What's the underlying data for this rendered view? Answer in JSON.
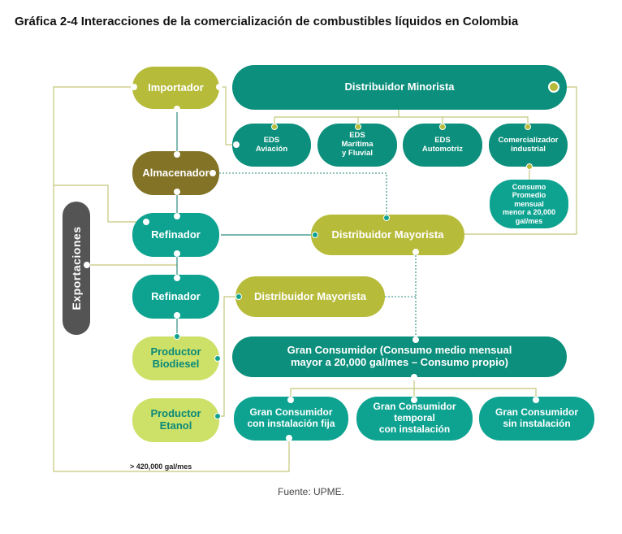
{
  "title": "Gráfica 2-4 Interacciones de la comercialización de combustibles líquidos en Colombia",
  "source": "Fuente: UPME.",
  "colors": {
    "teal": "#0ea391",
    "dark_teal": "#0c8f7c",
    "olive": "#b7bb3a",
    "brown": "#827326",
    "lime": "#cde068",
    "grey": "#545454",
    "line_olive": "#c3c77a",
    "line_teal": "#2a8c7e"
  },
  "nodes": {
    "importador": "Importador",
    "distribuidor_minorista": "Distribuidor Minorista",
    "eds_aviacion": "EDS\nAviación",
    "eds_maritima": "EDS\nMarítima\ny Fluvial",
    "eds_automotriz": "EDS\nAutomotriz",
    "comercializador_industrial": "Comercializador\nindustrial",
    "consumo_promedio": "Consumo\nPromedio\nmensual\nmenor a 20,000\ngal/mes",
    "almacenador": "Almacenador",
    "refinador_1": "Refinador",
    "distribuidor_mayorista_1": "Distribuidor Mayorista",
    "refinador_2": "Refinador",
    "distribuidor_mayorista_2": "Distribuidor Mayorista",
    "productor_biodiesel": "Productor\nBiodiesel",
    "gran_consumidor": "Gran Consumidor  (Consumo medio mensual\nmayor a 20,000 gal/mes – Consumo propio)",
    "productor_etanol": "Productor\nEtanol",
    "gc_fija": "Gran Consumidor\ncon instalación fija",
    "gc_temporal": "Gran Consumidor\ntemporal\ncon instalación",
    "gc_sin": "Gran Consumidor\nsin instalación",
    "exportaciones": "Exportaciones"
  },
  "note": "> 420,000 gal/mes"
}
